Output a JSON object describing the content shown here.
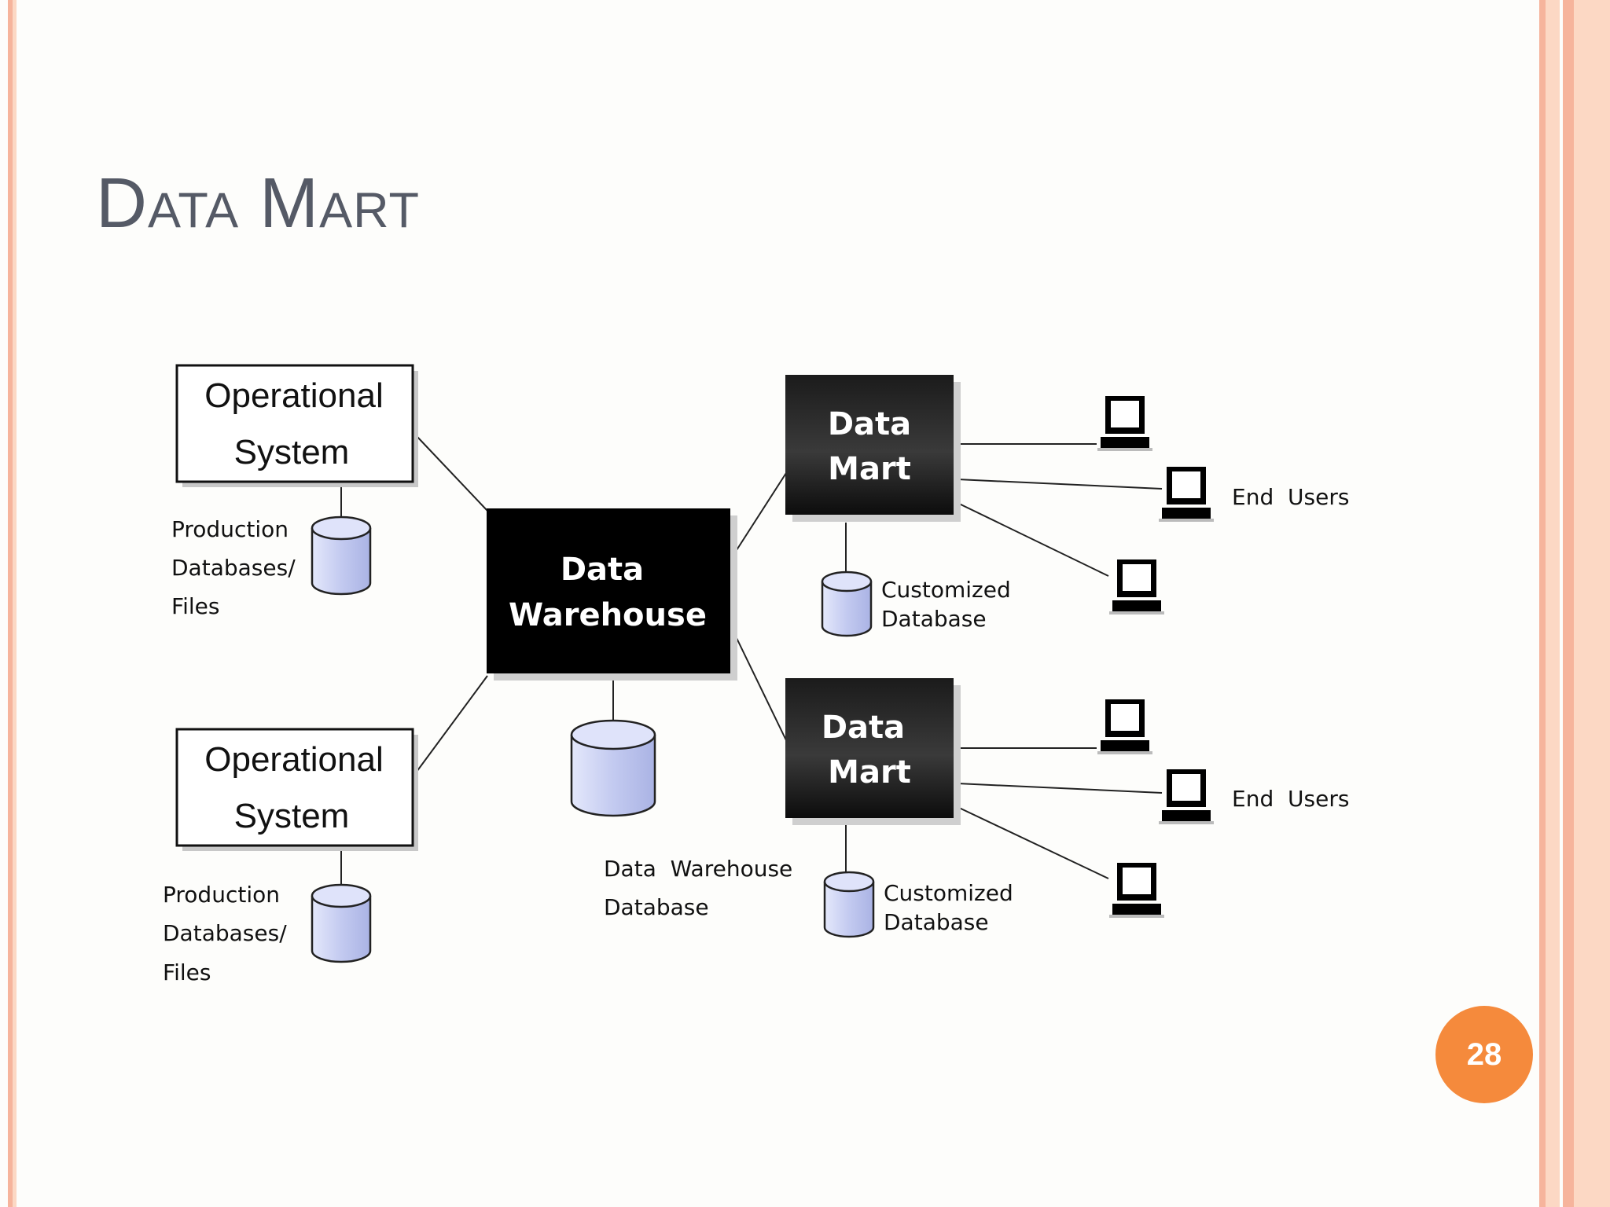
{
  "slide": {
    "title": "Data Mart",
    "page_number": "28"
  },
  "colors": {
    "accent": "#f58a3c",
    "stripe_pink": "#f6b49c",
    "stripe_peach": "#fcd8c4",
    "title": "#555a66",
    "cylinder_fill": "#c9d0f0",
    "dark_box": "#000000"
  },
  "diagram": {
    "operational_system_top": {
      "line1": "Operational",
      "line2": "System"
    },
    "operational_system_bottom": {
      "line1": "Operational",
      "line2": "System"
    },
    "production_label_top": {
      "line1": "Production",
      "line2": "Databases/",
      "line3": "Files"
    },
    "production_label_bottom": {
      "line1": "Production",
      "line2": "Databases/",
      "line3": "Files"
    },
    "data_warehouse": {
      "line1": "Data",
      "line2": "Warehouse"
    },
    "dw_database_label": {
      "line1": "Data  Warehouse",
      "line2": "Database"
    },
    "data_mart_top": {
      "line1": "Data",
      "line2": "Mart"
    },
    "data_mart_bottom": {
      "line1": "Data",
      "line2": "Mart"
    },
    "customized_label_top": {
      "line1": "Customized",
      "line2": "Database"
    },
    "customized_label_bottom": {
      "line1": "Customized",
      "line2": "Database"
    },
    "end_users_top": "End  Users",
    "end_users_bottom": "End  Users",
    "icons": [
      "database-cylinder-icon",
      "computer-terminal-icon"
    ]
  }
}
